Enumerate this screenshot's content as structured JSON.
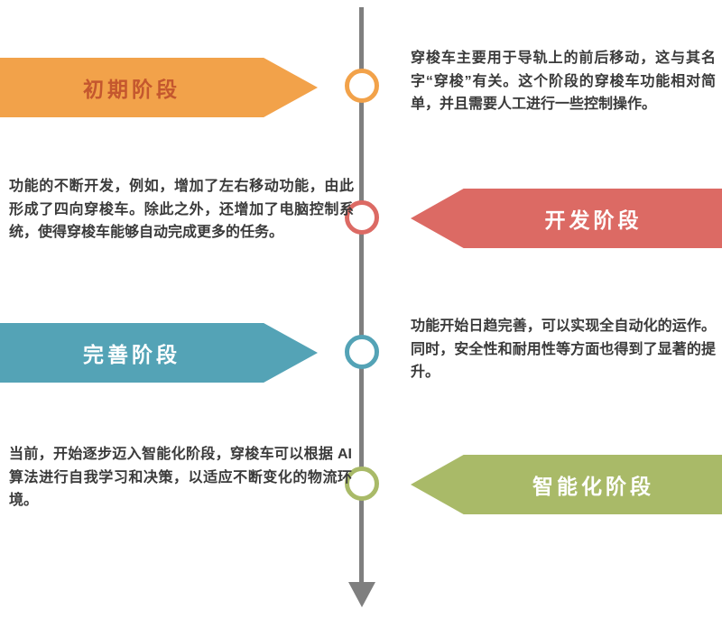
{
  "diagram": {
    "type": "timeline",
    "orientation": "vertical",
    "line_color": "#7F7F7F",
    "text_color": "#3A3A3A",
    "stages": [
      {
        "label": "初期阶段",
        "banner_color": "#F2A24A",
        "label_color": "#C4572E",
        "ring_color": "#F2A24A",
        "banner_side": "left",
        "description": "穿梭车主要用于导轨上的前后移动，这与其名字“穿梭”有关。这个阶段的穿梭车功能相对简单，并且需要人工进行一些控制操作。"
      },
      {
        "label": "开发阶段",
        "banner_color": "#DC6A64",
        "label_color": "#FFFFFF",
        "ring_color": "#DC6A64",
        "banner_side": "right",
        "description": "功能的不断开发，例如，增加了左右移动功能，由此形成了四向穿梭车。除此之外，还增加了电脑控制系统，使得穿梭车能够自动完成更多的任务。"
      },
      {
        "label": "完善阶段",
        "banner_color": "#54A3B6",
        "label_color": "#FFFFFF",
        "ring_color": "#54A3B6",
        "banner_side": "left",
        "description": "功能开始日趋完善，可以实现全自动化的运作。同时，安全性和耐用性等方面也得到了显著的提升。"
      },
      {
        "label": "智能化阶段",
        "banner_color": "#A9BA68",
        "label_color": "#FFFFFF",
        "ring_color": "#A9BA68",
        "banner_side": "right",
        "description": "当前，开始逐步迈入智能化阶段，穿梭车可以根据 AI 算法进行自我学习和决策，以适应不断变化的物流环境。"
      }
    ]
  }
}
